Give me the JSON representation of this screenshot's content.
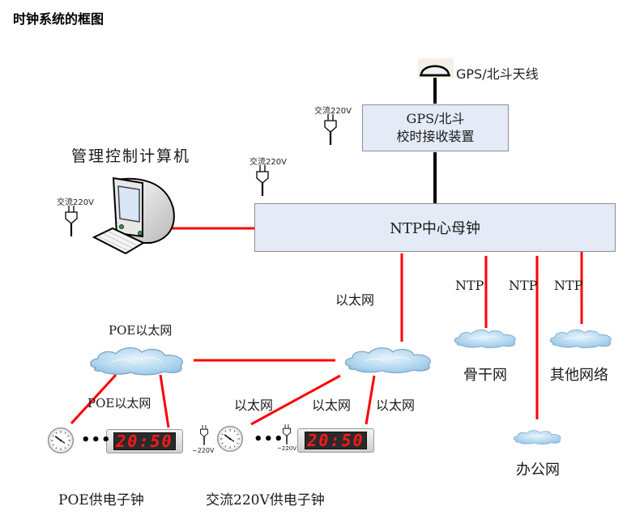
{
  "title": "时钟系统的框图",
  "nodes": {
    "antenna_label": "GPS/北斗天线",
    "receiver_line1": "GPS/北斗",
    "receiver_line2": "校时接收装置",
    "master_clock": "NTP中心母钟",
    "computer_label": "管理控制计算机",
    "poe_net": "POE以太网",
    "ethernet": "以太网",
    "backbone": "骨干网",
    "other_net": "其他网络",
    "office_net": "办公网",
    "poe_clocks_label": "POE供电子钟",
    "ac_clocks_label": "交流220V供电子钟"
  },
  "links": {
    "ntp_1": "NTP",
    "ntp_2": "NTP",
    "ntp_3": "NTP",
    "ethernet_uplink": "以太网",
    "poe_downlink": "POE以太网",
    "eth_down_1": "以太网",
    "eth_down_2": "以太网",
    "eth_down_3": "以太网"
  },
  "power": {
    "receiver": "交流220V",
    "master": "交流220V",
    "computer": "交流220V",
    "ac_clock_1": "~220V",
    "ac_clock_2": "~220V"
  },
  "displays": {
    "poe_led_time": "20:50",
    "ac_led_time": "20:50",
    "ellipsis": "•••"
  },
  "colors": {
    "ethernet_line": "#ff0000",
    "gps_line": "#000000",
    "box_fill": "#e4ebf6",
    "cloud_fill": "#bcdcf2"
  }
}
